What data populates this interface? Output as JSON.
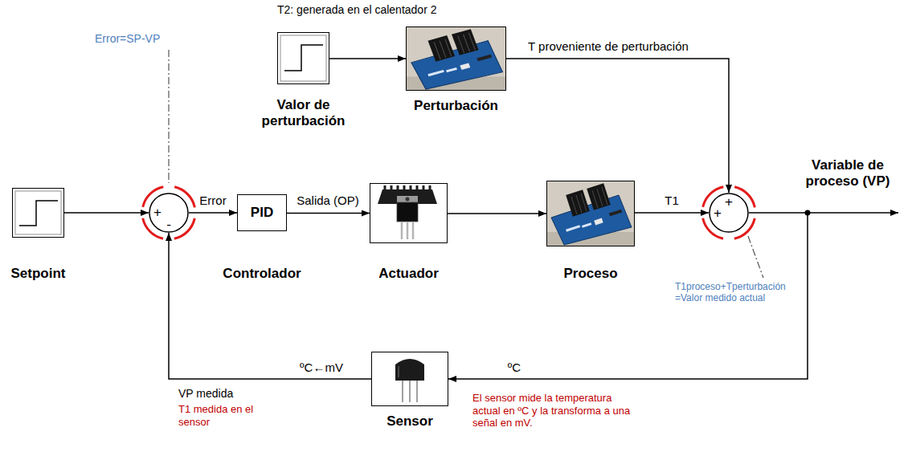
{
  "diagram": {
    "nodes": [
      {
        "text": [
          "Valor de perturbación"
        ]
      },
      {
        "text": [
          "Perturbación"
        ]
      },
      {
        "text": [
          "Setpoint"
        ]
      },
      {
        "text": [
          "+",
          "-"
        ]
      },
      {
        "text": [
          "PID",
          "Controlador"
        ]
      },
      {
        "text": [
          "Actuador"
        ]
      },
      {
        "text": [
          "Proceso"
        ]
      },
      {
        "text": [
          "+",
          "+"
        ]
      },
      {
        "text": [
          "Sensor"
        ]
      }
    ],
    "edges": [
      {
        "from": 0,
        "to": 1,
        "arrow": "to"
      },
      {
        "from": 1,
        "to": 7,
        "arrow": "to",
        "label": "T proveniente de perturbación"
      },
      {
        "from": 2,
        "to": 3,
        "arrow": "to"
      },
      {
        "from": 3,
        "to": 4,
        "arrow": "to",
        "label": "Error"
      },
      {
        "from": 4,
        "to": 5,
        "arrow": "to",
        "label": "Salida (OP)"
      },
      {
        "from": 5,
        "to": 6,
        "arrow": "to"
      },
      {
        "from": 6,
        "to": 7,
        "arrow": "to",
        "label": "T1"
      },
      {
        "from": 7,
        "to": 8,
        "arrow": "to",
        "label": "ºC"
      },
      {
        "from": 8,
        "to": 3,
        "arrow": "to",
        "label": "ºC←mV"
      }
    ],
    "labels": [
      "T2: generada en el calentador 2",
      "Error=SP-VP",
      "Variable de proceso (VP)",
      "T1proceso+Tperturbación =Valor medido actual",
      "VP medida",
      "T1 medida en el sensor",
      "El sensor mide la temperatura actual en ºC y la transforma a una señal en mV."
    ]
  }
}
